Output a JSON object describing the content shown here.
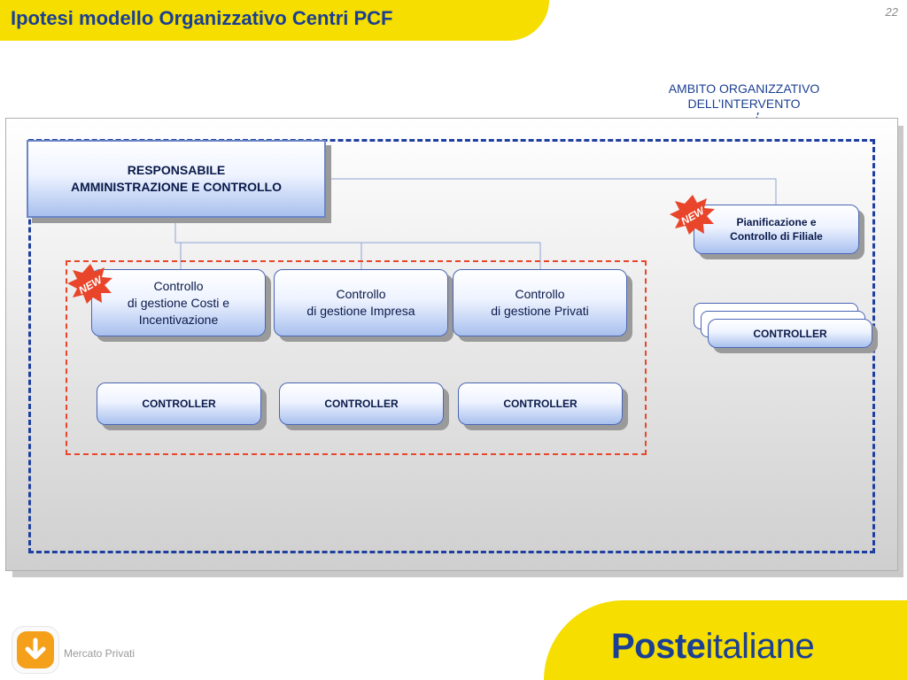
{
  "header": {
    "title": "Ipotesi modello Organizzativo Centri PCF",
    "page_number": "22"
  },
  "scope": {
    "label": "AMBITO ORGANIZZATIVO\nDELL’INTERVENTO"
  },
  "org": {
    "responsabile": "RESPONSABILE\nAMMINISTRAZIONE E CONTROLLO",
    "functions": [
      {
        "label": "Controllo\ndi gestione Costi e\nIncentivazione",
        "new": true
      },
      {
        "label": "Controllo\ndi gestione Impresa",
        "new": false
      },
      {
        "label": "Controllo\ndi gestione Privati",
        "new": false
      }
    ],
    "controllers": [
      "CONTROLLER",
      "CONTROLLER",
      "CONTROLLER"
    ],
    "pianificazione": "Pianificazione e\nControllo di Filiale",
    "pianificazione_new": true,
    "filiale_controller": "CONTROLLER",
    "new_badge": "NEW"
  },
  "footer": {
    "section": "Mercato Privati",
    "logo_bold": "Poste",
    "logo_regular": "italiane"
  },
  "colors": {
    "brand_blue": "#1b3f93",
    "brand_yellow": "#f5de00",
    "scope_dash": "#1f3fa0",
    "new_scope_dash": "#e8452a",
    "badge_red": "#e8452a"
  }
}
